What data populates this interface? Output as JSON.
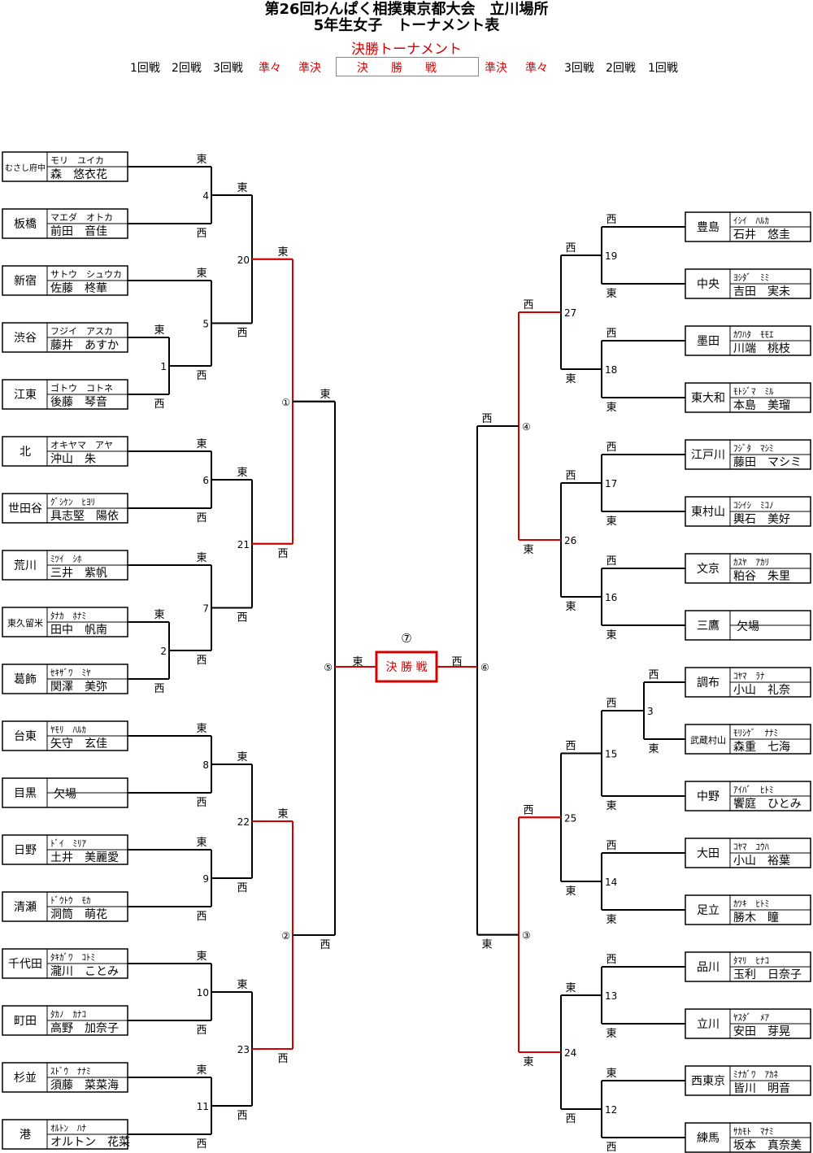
{
  "title_line1": "第26回わんぱく相撲東京都大会　立川場所",
  "title_line2": "5年生女子　トーナメント表",
  "title_line3": "決勝トーナメント",
  "rounds_left": [
    "1回戦",
    "2回戦",
    "3回戦",
    "準々",
    "準決"
  ],
  "rounds_center": "決　　勝　　戦",
  "rounds_right": [
    "準決",
    "準々",
    "3回戦",
    "2回戦",
    "1回戦"
  ],
  "final_label": "決 勝 戦",
  "final_num": "⑦",
  "east": "東",
  "west": "西",
  "colors": {
    "advance": "#d40000",
    "line": "#000000"
  },
  "left_entries": [
    {
      "school": "むさし府中",
      "kana": "モリ　ユイカ",
      "name": "森　悠衣花"
    },
    {
      "school": "板橋",
      "kana": "マエダ　オトカ",
      "name": "前田　音佳"
    },
    {
      "school": "新宿",
      "kana": "サトウ　シュウカ",
      "name": "佐藤　柊華"
    },
    {
      "school": "渋谷",
      "kana": "フジイ　アスカ",
      "name": "藤井　あすか"
    },
    {
      "school": "江東",
      "kana": "ゴトウ　コトネ",
      "name": "後藤　琴音"
    },
    {
      "school": "北",
      "kana": "オキヤマ　アヤ",
      "name": "沖山　朱"
    },
    {
      "school": "世田谷",
      "kana": "ｸﾞｼｹﾝ　ﾋﾖﾘ",
      "name": "具志堅　陽依"
    },
    {
      "school": "荒川",
      "kana": "ﾐﾂｲ　ｼﾎ",
      "name": "三井　紫帆"
    },
    {
      "school": "東久留米",
      "kana": "ﾀﾅｶ　ﾎﾅﾐ",
      "name": "田中　帆南"
    },
    {
      "school": "葛飾",
      "kana": "ｾｷｻﾞﾜ　ﾐﾔ",
      "name": "関澤　美弥"
    },
    {
      "school": "台東",
      "kana": "ﾔﾓﾘ　ﾊﾙｶ",
      "name": "矢守　玄佳"
    },
    {
      "school": "目黒",
      "kana": "",
      "name": "欠場"
    },
    {
      "school": "日野",
      "kana": "ﾄﾞｲ　ﾐﾘｱ",
      "name": "土井　美麗愛"
    },
    {
      "school": "清瀬",
      "kana": "ﾄﾞｳﾄｳ　ﾓｶ",
      "name": "洞筒　萌花"
    },
    {
      "school": "千代田",
      "kana": "ﾀｷｶﾞﾜ　ｺﾄﾐ",
      "name": "瀧川　ことみ"
    },
    {
      "school": "町田",
      "kana": "ﾀｶﾉ　ｶﾅｺ",
      "name": "高野　加奈子"
    },
    {
      "school": "杉並",
      "kana": "ｽﾄﾞｳ　ﾅﾅﾐ",
      "name": "須藤　菜菜海"
    },
    {
      "school": "港",
      "kana": "ｵﾙﾄﾝ　ﾊﾅ",
      "name": "オルトン　花菜"
    }
  ],
  "right_entries": [
    {
      "school": "豊島",
      "kana": "ｲｼｲ　ﾊﾙｶ",
      "name": "石井　悠圭"
    },
    {
      "school": "中央",
      "kana": "ﾖｼﾀﾞ　ﾐﾐ",
      "name": "吉田　実未"
    },
    {
      "school": "墨田",
      "kana": "ｶﾜﾊﾀ　ﾓﾓｴ",
      "name": "川端　桃枝"
    },
    {
      "school": "東大和",
      "kana": "ﾓﾄｼﾞﾏ　ﾐﾙ",
      "name": "本島　美瑠"
    },
    {
      "school": "江戸川",
      "kana": "ﾌｼﾞﾀ　ﾏｼﾐ",
      "name": "藤田　マシミ"
    },
    {
      "school": "東村山",
      "kana": "ｺｼｲｼ　ﾐｺﾉ",
      "name": "輿石　美好"
    },
    {
      "school": "文京",
      "kana": "ｶｽﾔ　ｱｶﾘ",
      "name": "粕谷　朱里"
    },
    {
      "school": "三鷹",
      "kana": "",
      "name": "欠場"
    },
    {
      "school": "調布",
      "kana": "ｺﾔﾏ　ﾗﾅ",
      "name": "小山　礼奈"
    },
    {
      "school": "武蔵村山",
      "kana": "ﾓﾘｼｹﾞ　ﾅﾅﾐ",
      "name": "森重　七海"
    },
    {
      "school": "中野",
      "kana": "ｱｲﾊﾞ　ﾋﾄﾐ",
      "name": "饗庭　ひとみ"
    },
    {
      "school": "大田",
      "kana": "ｺﾔﾏ　ﾕｳﾊ",
      "name": "小山　裕葉"
    },
    {
      "school": "足立",
      "kana": "ｶﾂｷ　ﾋﾄﾐ",
      "name": "勝木　瞳"
    },
    {
      "school": "品川",
      "kana": "ﾀﾏﾘ　ﾋﾅｺ",
      "name": "玉利　日奈子"
    },
    {
      "school": "立川",
      "kana": "ﾔｽﾀﾞ　ﾒｱ",
      "name": "安田　芽晃"
    },
    {
      "school": "西東京",
      "kana": "ﾐﾅｶﾞﾜ　ｱｶﾈ",
      "name": "皆川　明音"
    },
    {
      "school": "練馬",
      "kana": "ｻｶﾓﾄ　ﾏﾅﾐ",
      "name": "坂本　真奈美"
    }
  ],
  "left_matches": [
    {
      "num": "4",
      "top": "東",
      "bottom": "西"
    },
    {
      "num": "5",
      "top": "東",
      "bottom": "西"
    },
    {
      "num": "1",
      "top": "東",
      "bottom": "西"
    },
    {
      "num": "6",
      "top": "東",
      "bottom": "西"
    },
    {
      "num": "7",
      "top": "東",
      "bottom": "西"
    },
    {
      "num": "2",
      "top": "東",
      "bottom": "西"
    },
    {
      "num": "8",
      "top": "東",
      "bottom": "西"
    },
    {
      "num": "9",
      "top": "東",
      "bottom": "西"
    },
    {
      "num": "10",
      "top": "東",
      "bottom": "西"
    },
    {
      "num": "11",
      "top": "東",
      "bottom": "西"
    },
    {
      "num": "20",
      "top": "東",
      "bottom": "西"
    },
    {
      "num": "21",
      "top": "東",
      "bottom": "西"
    },
    {
      "num": "22",
      "top": "東",
      "bottom": "西"
    },
    {
      "num": "23",
      "top": "東",
      "bottom": "西"
    },
    {
      "num": "①",
      "top": "東",
      "bottom": "西"
    },
    {
      "num": "②",
      "top": "東",
      "bottom": "西"
    },
    {
      "num": "⑤",
      "top": "東",
      "bottom": "西"
    }
  ],
  "right_matches": [
    {
      "num": "19",
      "top": "西",
      "bottom": "東"
    },
    {
      "num": "18",
      "top": "西",
      "bottom": "東"
    },
    {
      "num": "17",
      "top": "西",
      "bottom": "東"
    },
    {
      "num": "16",
      "top": "西",
      "bottom": "東"
    },
    {
      "num": "3",
      "top": "西",
      "bottom": "東"
    },
    {
      "num": "15",
      "top": "西",
      "bottom": "東"
    },
    {
      "num": "14",
      "top": "西",
      "bottom": "東"
    },
    {
      "num": "13",
      "top": "西",
      "bottom": "東"
    },
    {
      "num": "12",
      "top": "東",
      "bottom": "西"
    },
    {
      "num": "27",
      "top": "西",
      "bottom": "東"
    },
    {
      "num": "26",
      "top": "西",
      "bottom": "東"
    },
    {
      "num": "25",
      "top": "西",
      "bottom": "東"
    },
    {
      "num": "24",
      "top": "東",
      "bottom": "西"
    },
    {
      "num": "④",
      "top": "西",
      "bottom": "東"
    },
    {
      "num": "③",
      "top": "西",
      "bottom": "東"
    },
    {
      "num": "⑥",
      "top": "西",
      "bottom": "東"
    }
  ]
}
